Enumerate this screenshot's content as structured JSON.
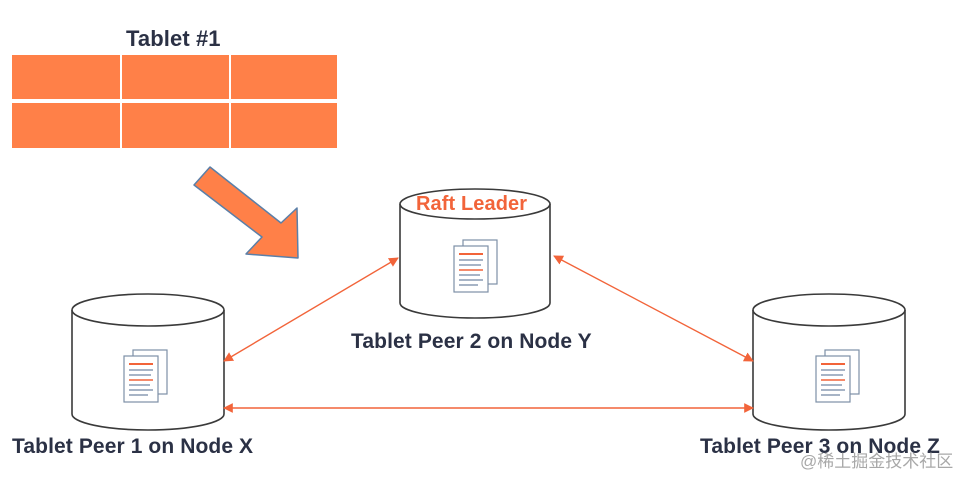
{
  "tablet": {
    "title": "Tablet #1",
    "rows": 2,
    "cols": 3,
    "color": "#ff8048"
  },
  "leader_label": "Raft Leader",
  "peers": [
    {
      "id": "peer1",
      "label": "Tablet Peer 1 on Node X"
    },
    {
      "id": "peer2",
      "label": "Tablet Peer 2 on Node Y"
    },
    {
      "id": "peer3",
      "label": "Tablet Peer 3 on Node Z"
    }
  ],
  "colors": {
    "accent": "#f2643a",
    "text": "#2b3145",
    "stroke": "#3a3a3a",
    "arrow_fill": "#ff8048",
    "arrow_stroke": "#5a7fa8"
  },
  "watermark": "@稀土掘金技术社区",
  "icons": {
    "document": "document-icon",
    "arrow": "block-arrow-icon"
  }
}
